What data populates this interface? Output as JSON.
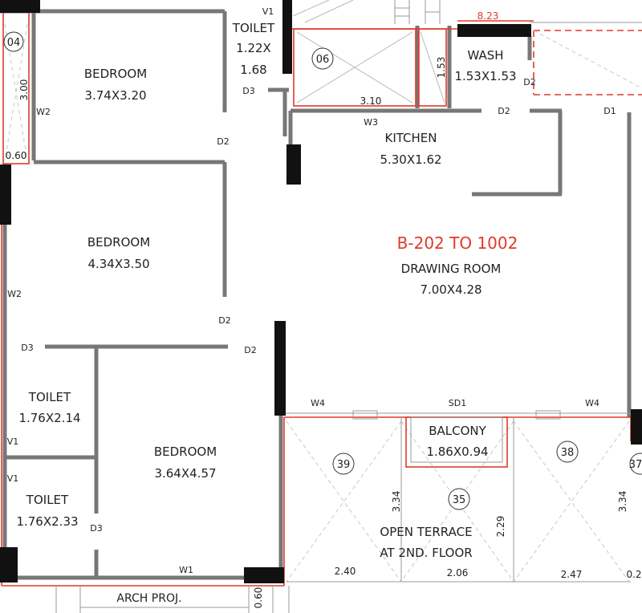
{
  "title": "B-202 TO 1002",
  "top_dimension": "8.23",
  "rooms": {
    "bedroom_1": {
      "name": "BEDROOM",
      "size": "3.74X3.20"
    },
    "bedroom_2": {
      "name": "BEDROOM",
      "size": "4.34X3.50"
    },
    "bedroom_3": {
      "name": "BEDROOM",
      "size": "3.64X4.57"
    },
    "toilet_1": {
      "name": "TOILET",
      "size_w": "1.22X",
      "size_h": "1.68"
    },
    "toilet_2": {
      "name": "TOILET",
      "size": "1.76X2.14"
    },
    "toilet_3": {
      "name": "TOILET",
      "size": "1.76X2.33"
    },
    "wash": {
      "name": "WASH",
      "size": "1.53X1.53"
    },
    "kitchen": {
      "name": "KITCHEN",
      "size": "5.30X1.62"
    },
    "drawing_room": {
      "name": "DRAWING ROOM",
      "size": "7.00X4.28"
    },
    "balcony": {
      "name": "BALCONY",
      "size": "1.86X0.94"
    },
    "terrace": {
      "line1": "OPEN TERRACE",
      "line2": "AT 2ND. FLOOR"
    }
  },
  "arch_label": "ARCH PROJ.",
  "circles": {
    "c04": "04",
    "c06": "06",
    "c39": "39",
    "c35": "35",
    "c38": "38",
    "c37": "37"
  },
  "dimensions": {
    "d300": "3.00",
    "d060a": "0.60",
    "d153": "1.53",
    "d310": "3.10",
    "d334a": "3.34",
    "d229": "2.29",
    "d334b": "3.34",
    "d240": "2.40",
    "d206": "2.06",
    "d247": "2.47",
    "d02": "0.2",
    "d060b": "0.60"
  },
  "openings": {
    "v1_top": "V1",
    "d3_toilet": "D3",
    "w2_a": "W2",
    "d2_a": "D2",
    "w3": "W3",
    "d2_wash": "D2",
    "d2_k": "D2",
    "d1": "D1",
    "w2_b": "W2",
    "d2_b": "D2",
    "d3_mid": "D3",
    "d2_c": "D2",
    "v1_a": "V1",
    "v1_b": "V1",
    "d3_b": "D3",
    "w1": "W1",
    "w4_a": "W4",
    "sd1": "SD1",
    "w4_b": "W4"
  }
}
